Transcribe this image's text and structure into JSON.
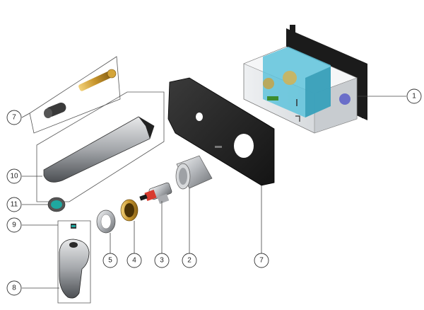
{
  "diagram": {
    "callouts": [
      {
        "id": "c1",
        "label": "1"
      },
      {
        "id": "c2",
        "label": "2"
      },
      {
        "id": "c3",
        "label": "3"
      },
      {
        "id": "c4",
        "label": "4"
      },
      {
        "id": "c5",
        "label": "5"
      },
      {
        "id": "c7a",
        "label": "7"
      },
      {
        "id": "c7b",
        "label": "7"
      },
      {
        "id": "c8",
        "label": "8"
      },
      {
        "id": "c9",
        "label": "9"
      },
      {
        "id": "c10",
        "label": "10"
      },
      {
        "id": "c11",
        "label": "11"
      }
    ],
    "colors": {
      "box_blue": "#5ec3dc",
      "plate_black": "#1e1e1e",
      "brass": "#d4a53a",
      "chrome": "#b9bcc0",
      "aerator_teal": "#1fa8a0",
      "cartridge_red": "#d83a2e"
    }
  }
}
